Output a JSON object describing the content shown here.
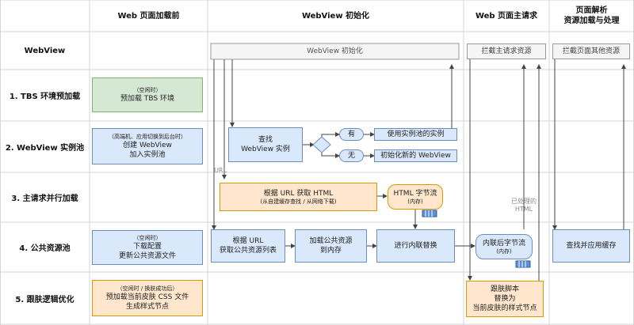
{
  "columns": [
    {
      "label": "Web 页面加载前"
    },
    {
      "label": "WebView 初始化"
    },
    {
      "label": "Web 页面主请求"
    },
    {
      "line1": "页面解析",
      "line2": "资源加载与处理"
    }
  ],
  "rows": [
    {
      "label": "WebView"
    },
    {
      "label": "1. TBS 环境预加载"
    },
    {
      "label": "2. WebView 实例池"
    },
    {
      "label": "3. 主请求并行加载"
    },
    {
      "label": "4. 公共资源池"
    },
    {
      "label": "5. 跟肤逻辑优化"
    }
  ],
  "nodes": {
    "webview_init": "WebView 初始化",
    "intercept_main": "拦截主请求资源",
    "intercept_other": "拦截页面其他资源",
    "tbs": {
      "sub": "（空闲时）",
      "main": "预加载 TBS 环境"
    },
    "pool": {
      "sub": "（高端机、应用切换到后台时）",
      "line1": "创建 WebView",
      "line2": "加入实例池"
    },
    "find": {
      "line1": "查找",
      "line2": "WebView 实例"
    },
    "yes": "有",
    "no": "无",
    "use_pool": "使用实例池的实例",
    "new_instance": "初始化新的 WebView",
    "url_label": "URL",
    "fetch_html": {
      "main": "根据 URL 获取 HTML",
      "sub": "(从自建缓存查找 / 从网络下载)"
    },
    "html_stream": {
      "main": "HTML 字节流",
      "sub": "(内存)"
    },
    "processed_html": {
      "line1": "已处理的",
      "line2": "HTML"
    },
    "common_idle": {
      "sub": "（空闲时）",
      "line1": "下载配置",
      "line2": "更新公共资源文件"
    },
    "get_list": {
      "line1": "根据 URL",
      "line2": "获取公共资源列表"
    },
    "load_mem": {
      "line1": "加载公共资源",
      "line2": "到内存"
    },
    "inline_replace": "进行内联替换",
    "inline_stream": {
      "main": "内联后字节流",
      "sub": "(内存)"
    },
    "find_cache": "查找并应用缓存",
    "skin_idle": {
      "sub": "（空闲时 / 换肤成功后）",
      "line1": "预加载当前皮肤 CSS 文件",
      "line2": "生成样式节点"
    },
    "skin_script": {
      "line1": "跟肤脚本",
      "line2": "替换为",
      "line3": "当前皮肤的样式节点"
    }
  }
}
